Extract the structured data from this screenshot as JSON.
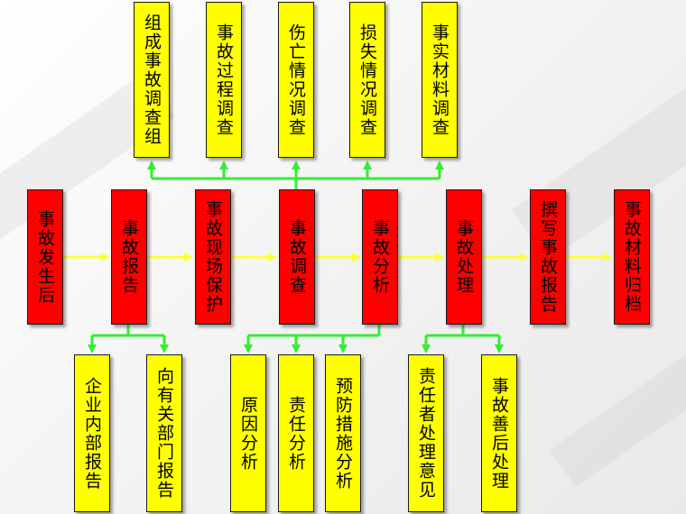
{
  "colors": {
    "process_box": "#ff0000",
    "detail_box": "#ffff00",
    "flow_arrow": "#ffff33",
    "branch_line": "#33ee33"
  },
  "process": [
    {
      "label": "事故发生后"
    },
    {
      "label": "事故报告"
    },
    {
      "label": "事故现场保护"
    },
    {
      "label": "事故调查"
    },
    {
      "label": "事故分析"
    },
    {
      "label": "事故处理"
    },
    {
      "label": "撰写事故报告"
    },
    {
      "label": "事故材料归档"
    }
  ],
  "investigation": [
    {
      "label": "组成事故调查组"
    },
    {
      "label": "事故过程调查"
    },
    {
      "label": "伤亡情况调查"
    },
    {
      "label": "损失情况调查"
    },
    {
      "label": "事实材料调查"
    }
  ],
  "report_items": [
    {
      "label": "企业内部报告"
    },
    {
      "label": "向有关部门报告"
    }
  ],
  "analysis_items": [
    {
      "label": "原因分析"
    },
    {
      "label": "责任分析"
    },
    {
      "label": "预防措施分析"
    }
  ],
  "handling_items": [
    {
      "label": "责任者处理意见"
    },
    {
      "label": "事故善后处理"
    }
  ]
}
